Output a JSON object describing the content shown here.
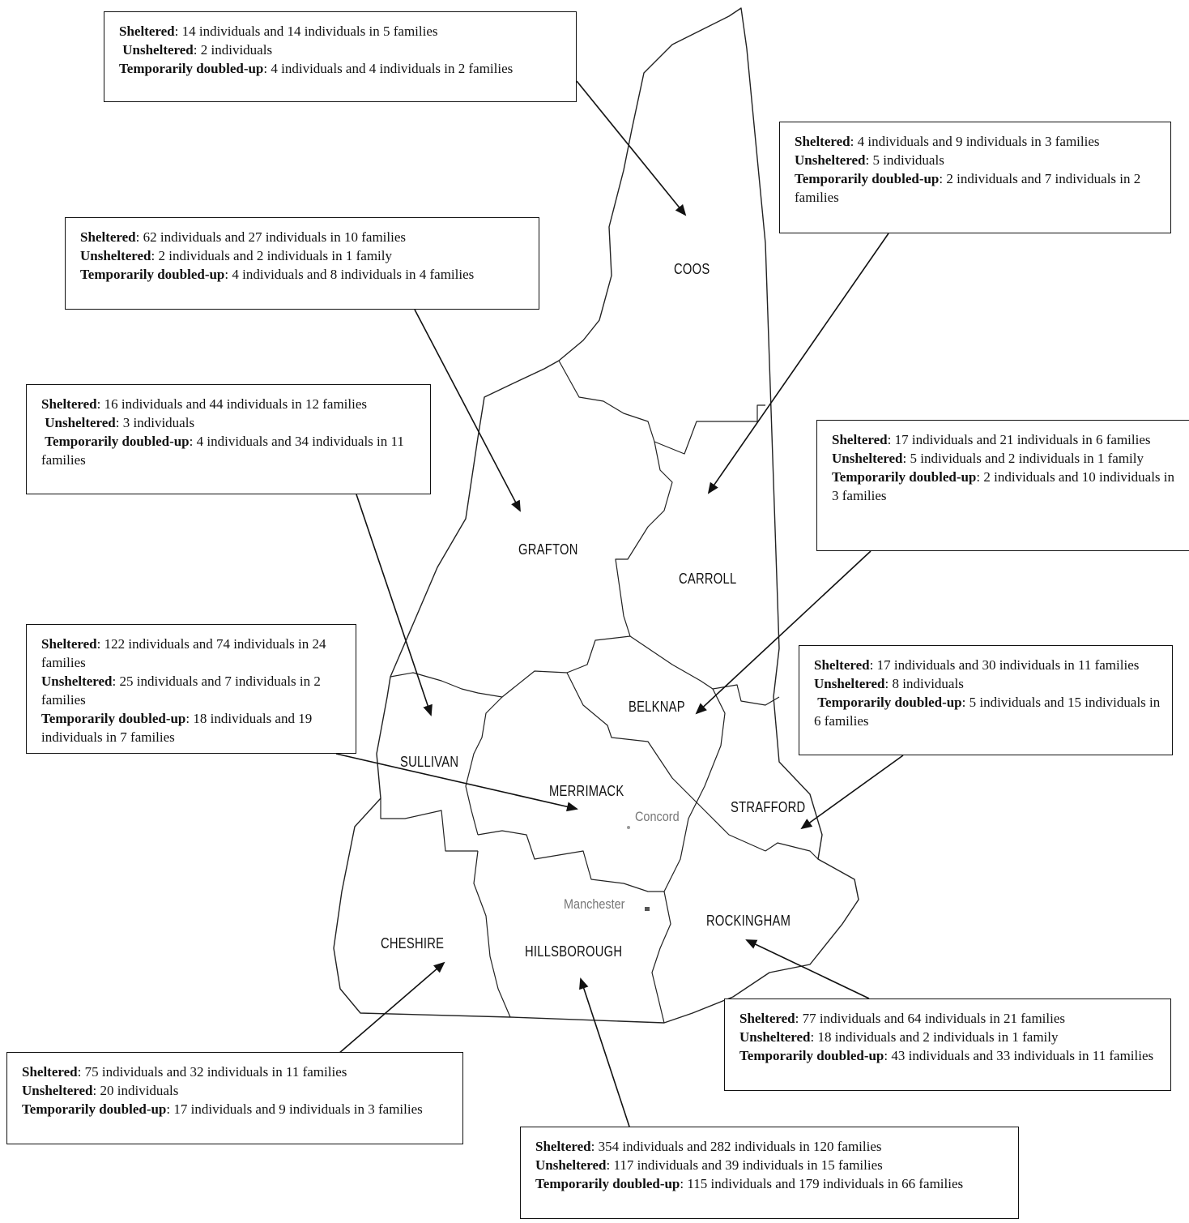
{
  "labels": {
    "sheltered": "Sheltered",
    "unsheltered": "Unsheltered",
    "doubled_up": "Temporarily doubled-up"
  },
  "counties": {
    "coos": "COOS",
    "grafton": "GRAFTON",
    "carroll": "CARROLL",
    "belknap": "BELKNAP",
    "sullivan": "SULLIVAN",
    "merrimack": "MERRIMACK",
    "strafford": "STRAFFORD",
    "rockingham": "ROCKINGHAM",
    "cheshire": "CHESHIRE",
    "hillsborough": "HILLSBOROUGH"
  },
  "cities": {
    "concord": "Concord",
    "manchester": "Manchester"
  },
  "callouts": {
    "coos": {
      "sheltered": "14 individuals and 14 individuals in 5 families",
      "unsheltered": "2 individuals",
      "doubled_up": "4 individuals and 4 individuals in 2 families"
    },
    "carroll": {
      "sheltered": "4 individuals and 9 individuals in 3 families",
      "unsheltered": " 5 individuals",
      "doubled_up": "2 individuals and 7 individuals in 2 families"
    },
    "grafton": {
      "sheltered": "62 individuals and 27 individuals in 10 families",
      "unsheltered": "2 individuals and 2 individuals in 1 family",
      "doubled_up": "4 individuals and 8 individuals in 4 families"
    },
    "sullivan": {
      "sheltered": "16 individuals and 44 individuals in 12 families",
      "unsheltered": "3 individuals",
      "doubled_up": "4 individuals and 34 individuals in 11 families"
    },
    "belknap": {
      "sheltered": "17 individuals and 21 individuals in 6 families",
      "unsheltered": "5 individuals and 2 individuals in 1 family",
      "doubled_up": "2 individuals and 10 individuals in 3 families"
    },
    "merrimack": {
      "sheltered": "122 individuals and 74 individuals in 24 families",
      "unsheltered": "25 individuals and 7 individuals in 2 families",
      "doubled_up": "18 individuals and 19 individuals in 7 families"
    },
    "strafford": {
      "sheltered": "17 individuals and 30 individuals in 11 families",
      "unsheltered": "8 individuals",
      "doubled_up": "5 individuals and 15 individuals in 6 families"
    },
    "rockingham": {
      "sheltered": "77 individuals and 64 individuals in 21 families",
      "unsheltered": "18 individuals and 2 individuals in 1 family",
      "doubled_up": "43 individuals and 33 individuals in 11 families"
    },
    "cheshire": {
      "sheltered": "75 individuals and 32 individuals in 11 families",
      "unsheltered": " 20 individuals",
      "doubled_up": "17 individuals and 9 individuals in 3 families"
    },
    "hillsborough": {
      "sheltered": "354 individuals and 282 individuals in 120 families",
      "unsheltered": "117 individuals and 39 individuals in 15 families",
      "doubled_up": "115 individuals and 179 individuals in 66 families"
    }
  }
}
